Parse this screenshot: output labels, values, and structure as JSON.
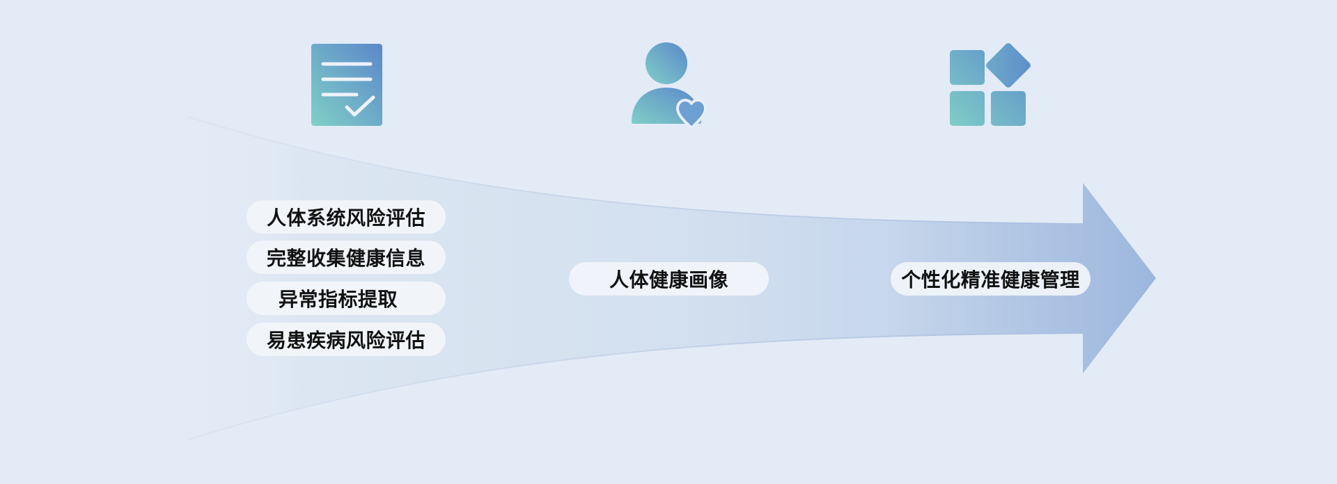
{
  "colors": {
    "background": "#e3ebf6",
    "arrow_start": "#dde7f2",
    "arrow_end": "#9cb6dd",
    "icon_teal": "#7ecec6",
    "icon_blue": "#5b8ecb",
    "pill_bg": "#f3f6fb",
    "text": "#111111"
  },
  "icons": {
    "document": "document-check-icon",
    "person": "person-heart-icon",
    "apps": "apps-grid-icon"
  },
  "stages": {
    "left": {
      "items": [
        "人体系统风险评估",
        "完整收集健康信息",
        "异常指标提取",
        "易患疾病风险评估"
      ]
    },
    "middle": {
      "label": "人体健康画像"
    },
    "right": {
      "label": "个性化精准健康管理"
    }
  }
}
